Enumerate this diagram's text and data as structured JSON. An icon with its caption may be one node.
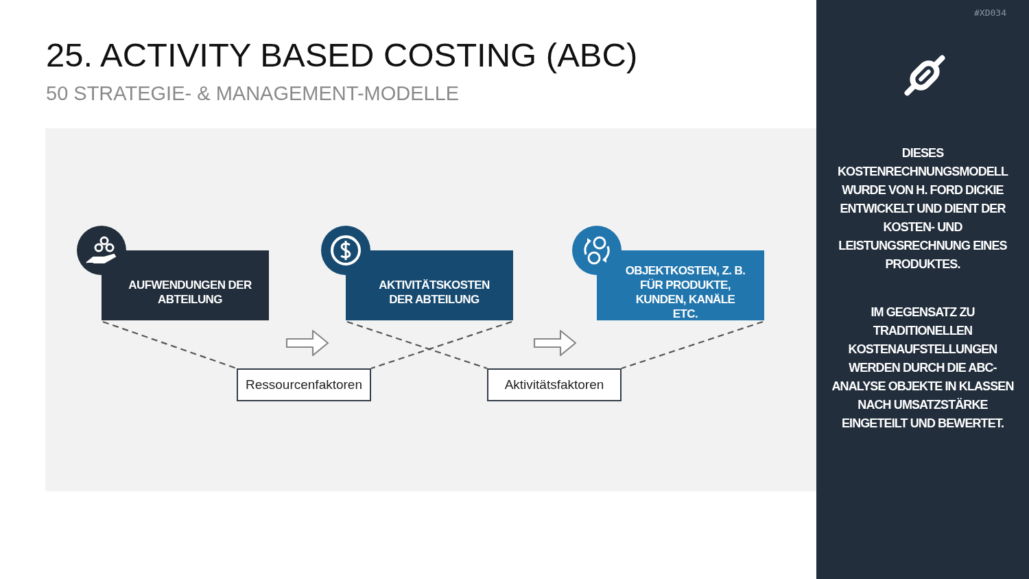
{
  "diagram": {
    "title": "25. ACTIVITY BASED COSTING (ABC)",
    "nodes": [
      {
        "text": [
          "AUFWENDUNGEN DER ABTEILUNG"
        ]
      },
      {
        "text": [
          "AKTIVITÄTSKOSTEN DER ABTEILUNG"
        ]
      },
      {
        "text": [
          "OBJEKTKOSTEN, Z. B. FÜR PRODUKTE, KUNDEN, KANÄLE ETC."
        ]
      },
      {
        "text": [
          "Ressourcenfaktoren"
        ]
      },
      {
        "text": [
          "Aktivitätsfaktoren"
        ]
      }
    ],
    "edges": [
      {
        "from": 0,
        "to": 3,
        "arrow": "none",
        "style": "dashed"
      },
      {
        "from": 1,
        "to": 3,
        "arrow": "none",
        "style": "dashed"
      },
      {
        "from": 1,
        "to": 4,
        "arrow": "none",
        "style": "dashed"
      },
      {
        "from": 2,
        "to": 4,
        "arrow": "none",
        "style": "dashed"
      },
      {
        "from": 0,
        "to": 1,
        "arrow": "to"
      },
      {
        "from": 1,
        "to": 2,
        "arrow": "to"
      }
    ],
    "labels": [
      "50 STRATEGIE- & MANAGEMENT-MODELLE",
      "#XD034",
      "DIESES KOSTENRECHNUNGSMODELL WURDE VON H. FORD DICKIE ENTWICKELT UND DIENT DER KOSTEN- UND LEISTUNGSRECHNUNG EINES PRODUKTES.",
      "IM GEGENSATZ ZU TRADITIONELLEN KOSTENAUFSTELLUNGEN WERDEN DURCH DIE ABC-ANALYSE OBJEKTE IN KLASSEN NACH UMSATZSTÄRKE EINGETEILT UND BEWERTET."
    ]
  }
}
